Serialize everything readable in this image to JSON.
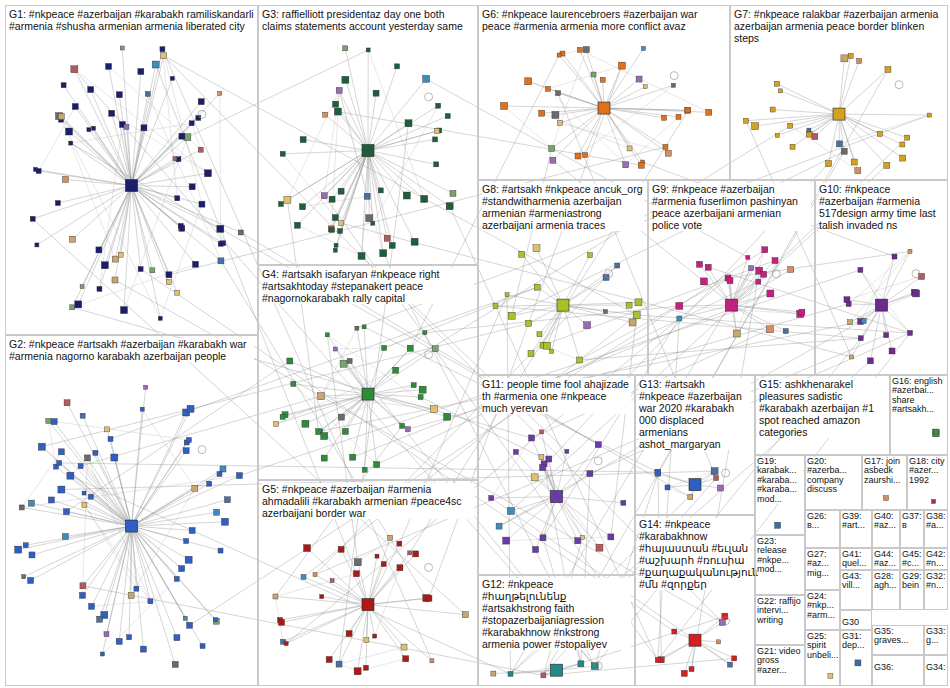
{
  "diagram": {
    "nodes": [
      {
        "text": [
          "G1: #nkpeace #azerbaijan #karabakh ramiliskandarli #armenia #shusha armenian armenia liberated city"
        ]
      },
      {
        "text": [
          "G3: raffielliott presidentaz day one both claims statements account yesterday same"
        ]
      },
      {
        "text": [
          "G6: #nkpeace laurencebroers #azerbaijan war peace #armenia armenia more conflict avaz"
        ]
      },
      {
        "text": [
          "G7: #nkpeace ralakbar #azerbaijan armenia azerbaijan armenia peace border blinken steps"
        ]
      },
      {
        "text": [
          "G8: #artsakh #nkpeace ancuk_org #standwitharmenia azerbaijan armenian #armeniastrong azerbaijani armenia traces"
        ]
      },
      {
        "text": [
          "G9: #nkpeace #azerbaijan #armenia fuserlimon pashinyan peace azerbaijani armenian police vote"
        ]
      },
      {
        "text": [
          "G10: #nkpeace #azerbaijan #armenia 517design army time last talish invaded ns"
        ]
      },
      {
        "text": [
          "G4: #artsakh isafaryan #nkpeace right #artsakhtoday #stepanakert peace #nagornokarabakh rally capital"
        ]
      },
      {
        "text": [
          "G2: #nkpeace #artsakh #azerbaijan #karabakh war #armenia nagorno karabakh azerbaijan people"
        ]
      },
      {
        "text": [
          "G5: #nkpeace #azerbaijan #armenia ahmadalili #karabakh armenian #peace4sc azerbaijani border war"
        ]
      },
      {
        "text": [
          "G11: people time fool ahajizade th #armenia one #nkpeace much yerevan"
        ]
      },
      {
        "text": [
          "G12: #nkpeace #հաղթելունենք #artsakhstrong faith #stopazerbaijaniagression #karabakhnow #nkstrong armenia power #stopaliyev"
        ]
      },
      {
        "text": [
          "G13: #artsakh #nkpeace #azerbaijan war 2020 #karabakh 000 displaced armenians ashot_margaryan"
        ]
      },
      {
        "text": [
          "G14: #nkpeace #karabakhnow #հայաստան #եւլան #աշխարհ #ռուսիա #քաղաքականություն #մն #զորքեր"
        ]
      },
      {
        "text": [
          "G15: ashkhenarakel pleasures sadistic #karabakh azerbaijan #1 spot reached amazon categories"
        ]
      },
      {
        "text": [
          "G16: english #azerbai... share #artsakh..."
        ]
      },
      {
        "text": [
          "G19: karabak... #karaba... #karaba... mod..."
        ]
      },
      {
        "text": [
          "G20: #azerba... company discuss"
        ]
      },
      {
        "text": [
          "G17: join asbedk zaurshi..."
        ]
      },
      {
        "text": [
          "G18: city #azer... 1992"
        ]
      },
      {
        "text": [
          "G23: release #nkpe... mod..."
        ]
      },
      {
        "text": [
          "G26: в..."
        ]
      },
      {
        "text": [
          "G39: #art..."
        ]
      },
      {
        "text": [
          "G40: #az..."
        ]
      },
      {
        "text": [
          "G37: в"
        ]
      },
      {
        "text": [
          "G38: #a..."
        ]
      },
      {
        "text": [
          "G27: #az... mig..."
        ]
      },
      {
        "text": [
          "G41: quel..."
        ]
      },
      {
        "text": [
          "G44: #az..."
        ]
      },
      {
        "text": [
          "G45: #c..."
        ]
      },
      {
        "text": [
          "G42: #n..."
        ]
      },
      {
        "text": [
          "G43: vill..."
        ]
      },
      {
        "text": [
          "G28: agh..."
        ]
      },
      {
        "text": [
          "G29: bein"
        ]
      },
      {
        "text": [
          "G32: #n..."
        ]
      },
      {
        "text": [
          "G24: #nkp... #arm..."
        ]
      },
      {
        "text": [
          "G22: raffijo intervi... writing"
        ]
      },
      {
        "text": [
          "G21: video gross #azer..."
        ]
      },
      {
        "text": [
          "G25: spirit unbeli..."
        ]
      },
      {
        "text": [
          "G30"
        ]
      },
      {
        "text": [
          "G31: dep..."
        ]
      },
      {
        "text": [
          "G35: graves..."
        ]
      },
      {
        "text": [
          "G33: g..."
        ]
      },
      {
        "text": [
          "G36:"
        ]
      },
      {
        "text": [
          "G34:"
        ]
      }
    ]
  }
}
